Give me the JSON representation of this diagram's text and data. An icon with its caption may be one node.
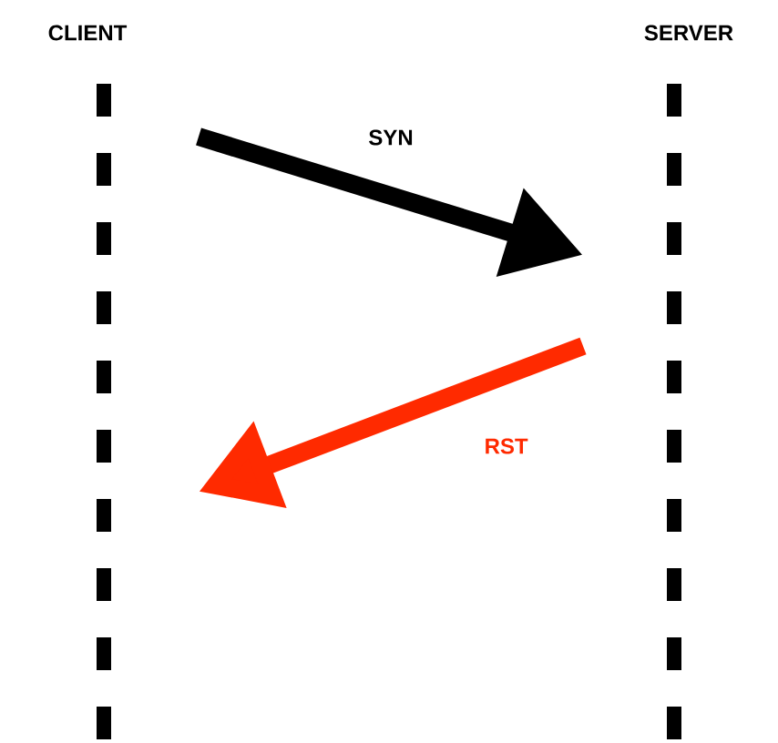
{
  "diagram": {
    "nodes": [
      {
        "text": [
          "CLIENT"
        ]
      },
      {
        "text": [
          "SERVER"
        ]
      }
    ],
    "edges": [
      {
        "from": 0,
        "to": 1,
        "arrow": "to",
        "label": "SYN"
      },
      {
        "from": 1,
        "to": 0,
        "arrow": "to",
        "label": "RST",
        "color": "#ff2a00"
      }
    ]
  }
}
